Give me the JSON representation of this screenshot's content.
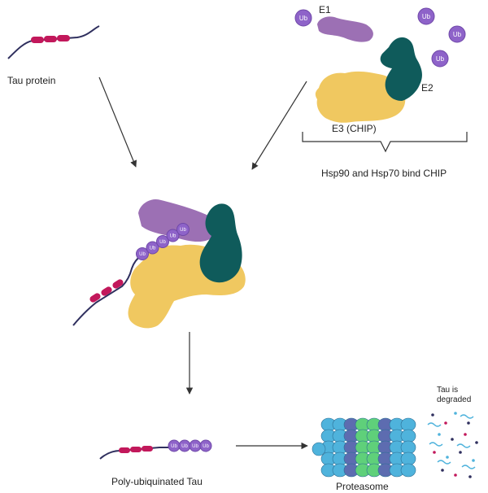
{
  "labels": {
    "tau_protein": "Tau protein",
    "e1": "E1",
    "e2": "E2",
    "e3": "E3 (CHIP)",
    "chip_binding": "Hsp90 and Hsp70 bind CHIP",
    "poly_ub_tau": "Poly-ubiquinated Tau",
    "proteasome": "Proteasome",
    "degraded_line1": "Tau is",
    "degraded_line2": "degraded"
  },
  "ubiquitin": {
    "label": "Ub",
    "count_in_complex": 5,
    "count_on_tau": 4
  },
  "colors": {
    "tau_strand": "#2f2f5e",
    "tau_segment": "#c2185b",
    "ubiquitin": "#8e63c9",
    "e1": "#9c70b4",
    "e2": "#0f5b5b",
    "e3": "#f0c860",
    "proteasome_outer": "#4fb3dc",
    "proteasome_mid": "#5d6cb0",
    "proteasome_core": "#5fd07a",
    "arrow": "#333333"
  },
  "icons": {
    "ubiquitin": "ubiquitin-bead",
    "e1": "e1-enzyme-blob",
    "e2": "e2-enzyme-blob",
    "e3": "e3-chip-blob",
    "proteasome": "proteasome-barrel",
    "fragments": "degraded-peptide-fragments"
  }
}
